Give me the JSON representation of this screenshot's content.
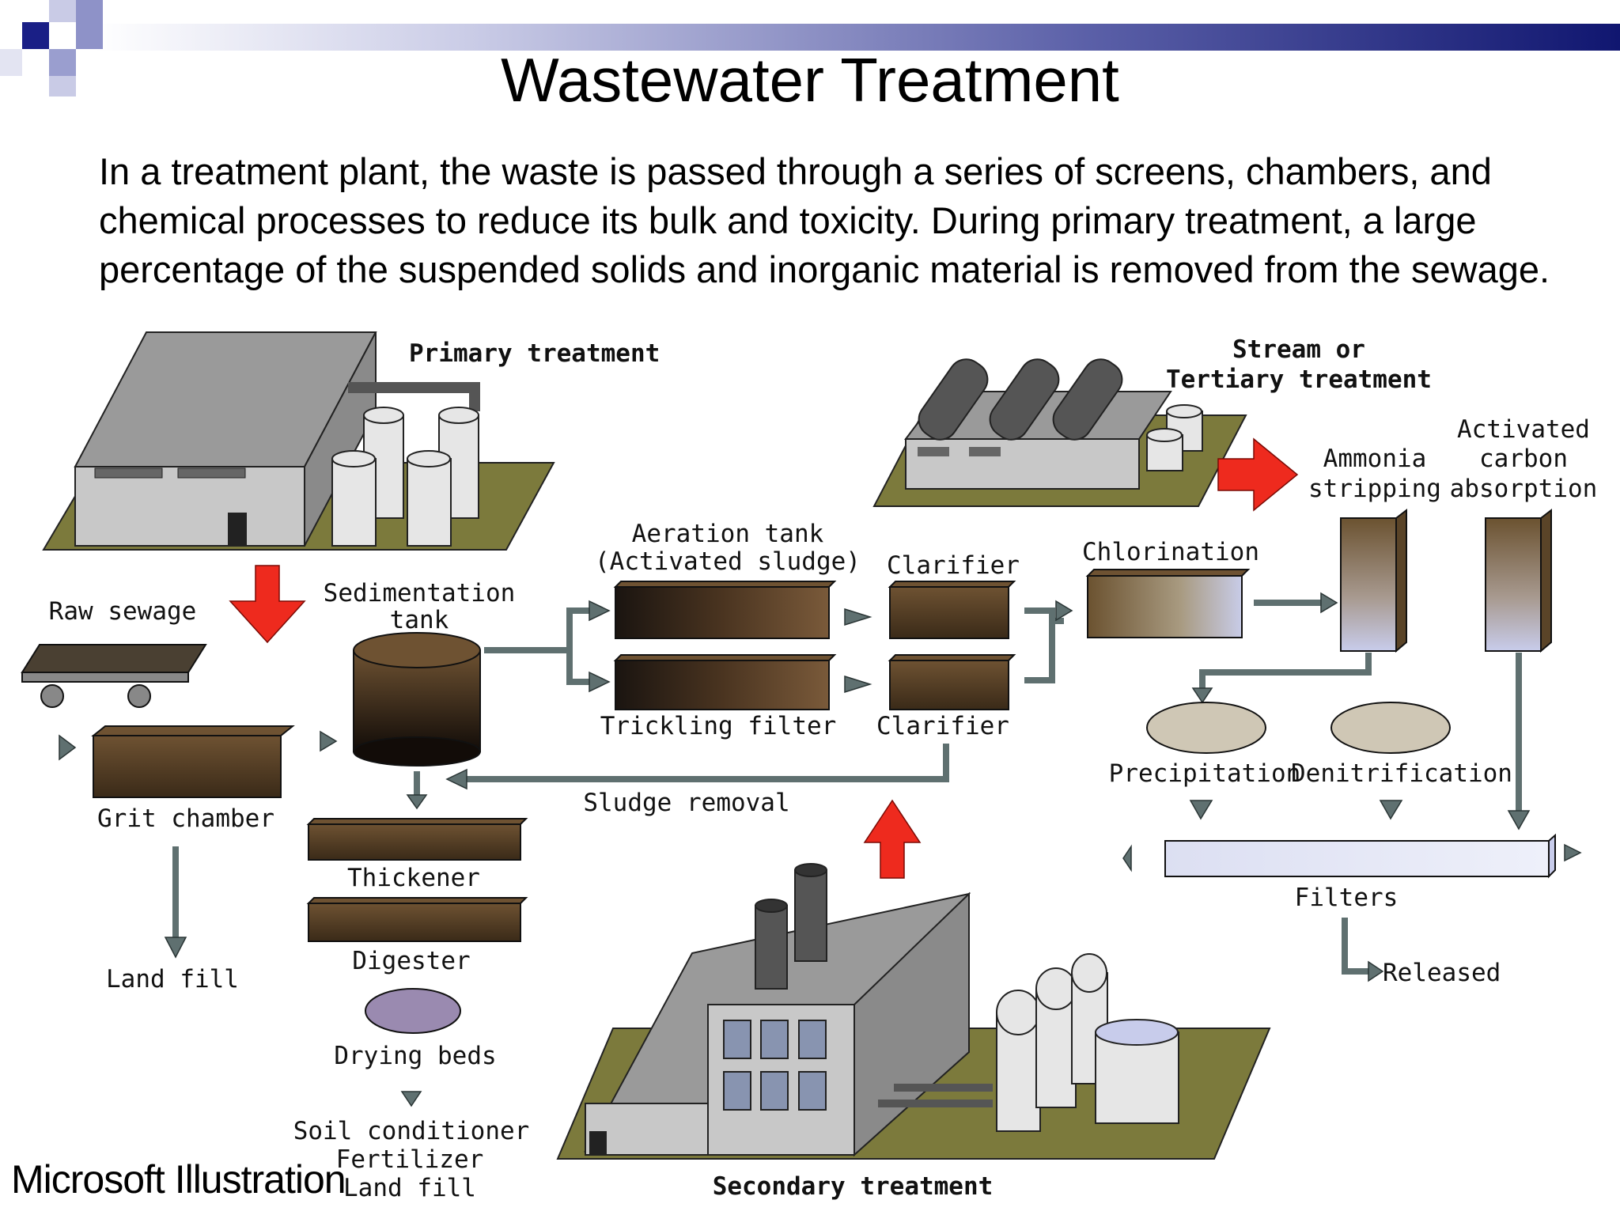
{
  "slide": {
    "title": "Wastewater Treatment",
    "intro": "In a treatment plant, the waste is passed through a series of screens, chambers, and chemical processes to reduce its bulk and toxicity. During primary treatment, a large percentage of the suspended solids and inorganic material is removed from the sewage.",
    "credit": "Microsoft Illustration",
    "accent_color": "#1a1f86",
    "arrow_color": "#ee2a1e"
  },
  "diagram": {
    "primary_treatment": "Primary treatment",
    "stream_or": "Stream or",
    "tertiary_treatment": "Tertiary treatment",
    "secondary_treatment": "Secondary treatment",
    "raw_sewage": "Raw sewage",
    "sedimentation": "Sedimentation",
    "tank": "tank",
    "grit_chamber": "Grit chamber",
    "land_fill": "Land fill",
    "thickener": "Thickener",
    "digester": "Digester",
    "drying_beds": "Drying beds",
    "soil_conditioner": "Soil conditioner",
    "fertilizer": "Fertilizer",
    "land_fill_2": "Land fill",
    "aeration_tank": "Aeration  tank",
    "activated_sludge": "(Activated  sludge)",
    "trickling_filter": "Trickling filter",
    "clarifier_top": "Clarifier",
    "clarifier_bottom": "Clarifier",
    "sludge_removal": "Sludge removal",
    "chlorination": "Chlorination",
    "ammonia": "Ammonia",
    "stripping": "stripping",
    "activated": "Activated",
    "carbon": "carbon",
    "absorption": "absorption",
    "precipitation": "Precipitation",
    "denitrification": "Denitrification",
    "filters": "Filters",
    "released": "Released"
  }
}
